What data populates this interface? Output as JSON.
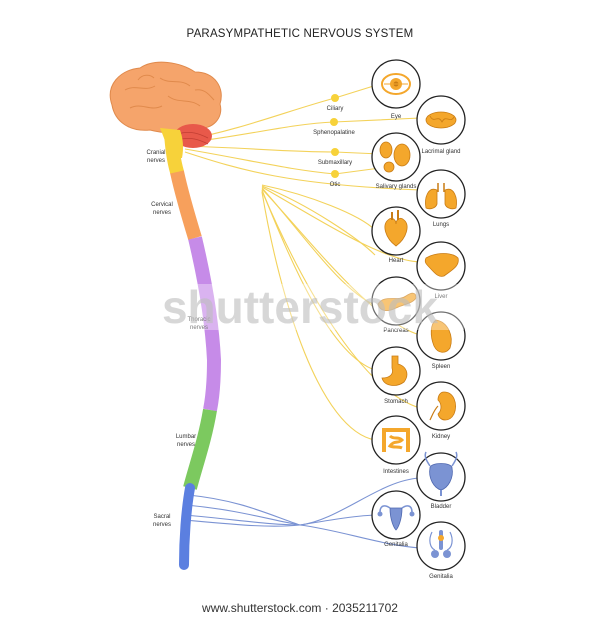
{
  "title": "PARASYMPATHETIC NERVOUS SYSTEM",
  "spine_labels": {
    "cranial": [
      "Cranial",
      "nerves"
    ],
    "cervical": [
      "Cervical",
      "nerves"
    ],
    "thoracic": [
      "Thoracic",
      "nerves"
    ],
    "lumbar": [
      "Lumbar",
      "nerves"
    ],
    "sacral": [
      "Sacral",
      "nerves"
    ]
  },
  "ganglia": [
    "Ciliary",
    "Sphenopalatine",
    "Submaxillary",
    "Otic"
  ],
  "organs": [
    "Eye",
    "Lacrimal gland",
    "Salivary glands",
    "Lungs",
    "Heart",
    "Liver",
    "Pancreas",
    "Spleen",
    "Stomach",
    "Kidney",
    "Intestines",
    "Bladder",
    "Genitalia",
    "Genitalia"
  ],
  "watermark": "shutterstock",
  "footer": "www.shutterstock.com · 2035211702",
  "colors": {
    "brain": "#f5a46b",
    "cerebellum": "#e8594a",
    "cranial": "#f7d23a",
    "cervical": "#f7a05c",
    "thoracic": "#c68be8",
    "lumbar": "#7cc95f",
    "sacral": "#5b7fe0",
    "nerve_parasympathetic": "#f3d25a",
    "nerve_sacral": "#7b93d3",
    "organ": "#f4a72c"
  }
}
